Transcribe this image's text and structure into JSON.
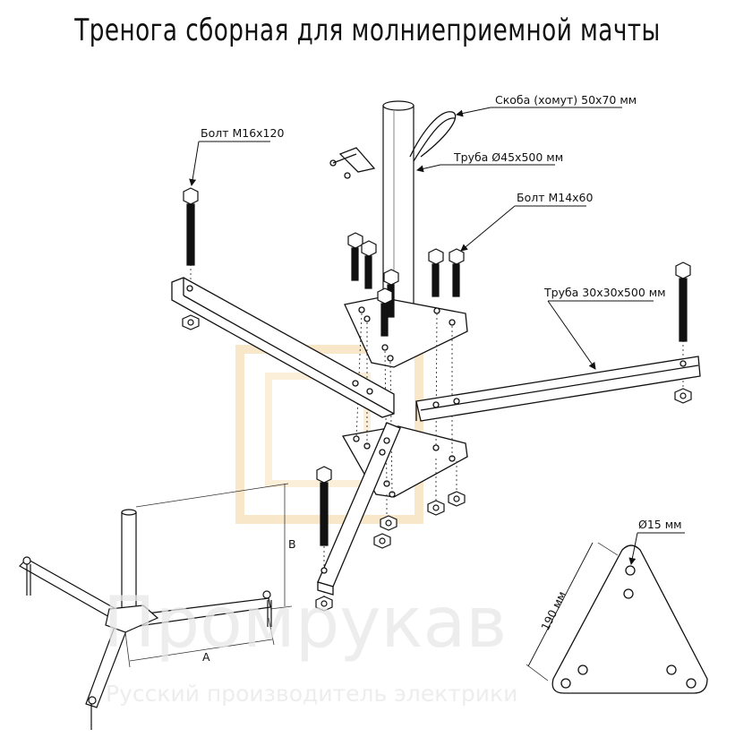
{
  "title": "Тренога сборная для молниеприемной мачты",
  "labels": {
    "clamp": "Скоба (хомут) 50х70 мм",
    "pipe_round": "Труба Ø45х500 мм",
    "bolt_m16": "Болт М16х120",
    "bolt_m14": "Болт М14х60",
    "pipe_square": "Труба 30х30х500 мм",
    "hole_diameter": "Ø15 мм",
    "plate_side": "190 мм",
    "dim_a": "A",
    "dim_b": "B"
  },
  "watermark": {
    "brand": "Промрукав",
    "tagline": "Русский производитель электрики",
    "accent_color": "#f5d5a0"
  }
}
